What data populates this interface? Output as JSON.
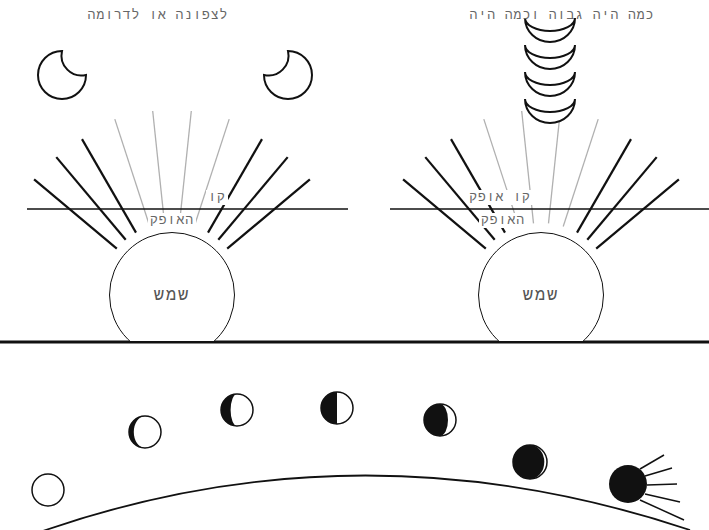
{
  "diagram": {
    "nodes": [
      {
        "text": [
          "שמש"
        ]
      },
      {
        "text": [
          "שמש"
        ]
      }
    ],
    "labels": [
      "לצפונה או לדרומה",
      "כמה היה גבוה וכמה היה",
      "קו",
      "האופק",
      "קו אופק",
      "האופק"
    ]
  }
}
